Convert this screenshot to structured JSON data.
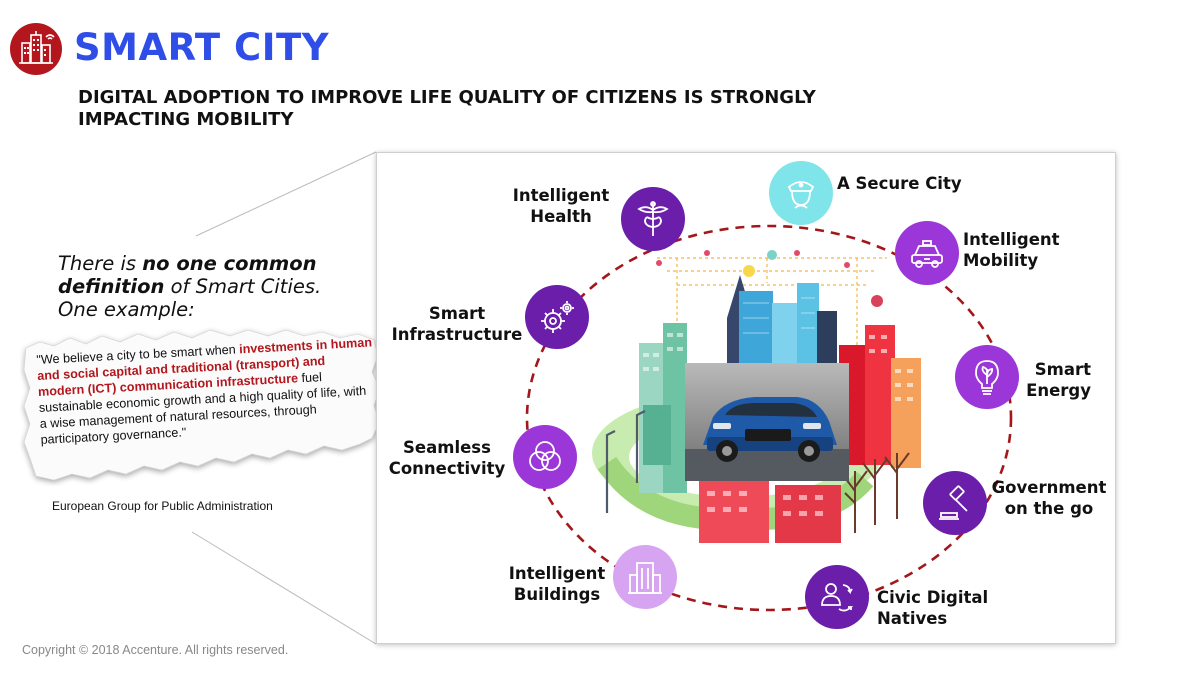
{
  "header": {
    "title": "SMART CITY",
    "subtitle": "DIGITAL ADOPTION TO IMPROVE LIFE QUALITY OF CITIZENS IS STRONGLY IMPACTING MOBILITY",
    "logo_icon": "city-buildings-icon"
  },
  "intro": {
    "part1": "There is ",
    "bold": "no one common definition",
    "part2": " of Smart Cities.",
    "line3": "One example:"
  },
  "quote": {
    "part1": "\"We believe a city to be smart when ",
    "highlight": "investments in human and social capital and traditional (transport) and modern (ICT) communication infrastructure",
    "part2": " fuel sustainable economic growth and a high quality of life, with a wise management of natural resources, through participatory governance.\"",
    "source": "European Group for Public Administration"
  },
  "nodes": [
    {
      "label": "Intelligent Health",
      "icon": "caduceus-icon"
    },
    {
      "label": "A Secure City",
      "icon": "police-officer-icon"
    },
    {
      "label": "Intelligent Mobility",
      "icon": "taxi-icon"
    },
    {
      "label": "Smart Infrastructure",
      "icon": "gears-icon"
    },
    {
      "label": "Smart Energy",
      "icon": "lightbulb-leaf-icon"
    },
    {
      "label": "Seamless Connectivity",
      "icon": "overlapping-circles-icon"
    },
    {
      "label": "Government on the go",
      "icon": "gavel-icon"
    },
    {
      "label": "Intelligent Buildings",
      "icon": "building-icon"
    },
    {
      "label": "Civic Digital Natives",
      "icon": "people-exchange-icon"
    }
  ],
  "colors": {
    "title_blue": "#2f4ee8",
    "brand_red": "#b3171d",
    "ring_red": "#a3171c",
    "node_purple": "#6a1eaa",
    "node_violet": "#9b37d8",
    "node_cyan": "#7fe5ea",
    "node_pink": "#d7a4f2"
  },
  "footer": {
    "copyright": "Copyright © 2018 Accenture. All rights reserved."
  }
}
